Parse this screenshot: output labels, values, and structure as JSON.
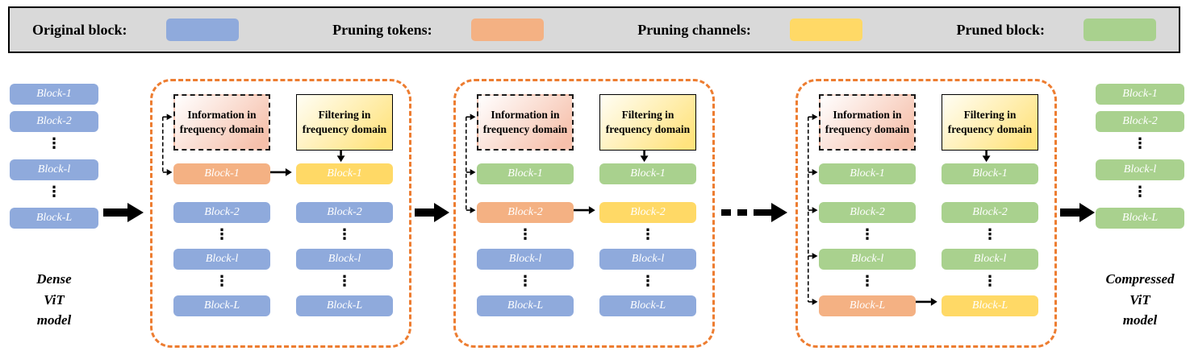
{
  "colors": {
    "original_block": "#8FAADC",
    "pruning_tokens": "#F4B183",
    "pruning_channels": "#FFD966",
    "pruned_block": "#A9D18E",
    "stage_border": "#ED7D31",
    "legend_background": "#D9D9D9"
  },
  "legend": {
    "items": [
      {
        "label": "Original block:",
        "color": "original"
      },
      {
        "label": "Pruning tokens:",
        "color": "tokens"
      },
      {
        "label": "Pruning channels:",
        "color": "channels"
      },
      {
        "label": "Pruned block:",
        "color": "pruned"
      }
    ]
  },
  "dense_model": {
    "caption_lines": [
      "Dense",
      "ViT",
      "model"
    ],
    "blocks": [
      {
        "label": "Block-1",
        "color": "original"
      },
      {
        "label": "Block-2",
        "color": "original"
      },
      {
        "label": "⋮",
        "color": "dots"
      },
      {
        "label": "Block-l",
        "color": "original"
      },
      {
        "label": "⋮",
        "color": "dots"
      },
      {
        "label": "Block-L",
        "color": "original"
      }
    ]
  },
  "stages": [
    {
      "info_box": "Information in frequency domain",
      "filter_box": "Filtering in frequency domain",
      "left": [
        {
          "label": "Block-1",
          "color": "tokens"
        },
        {
          "label": "Block-2",
          "color": "original"
        },
        {
          "label": "⋮",
          "color": "dots"
        },
        {
          "label": "Block-l",
          "color": "original"
        },
        {
          "label": "⋮",
          "color": "dots"
        },
        {
          "label": "Block-L",
          "color": "original"
        }
      ],
      "right": [
        {
          "label": "Block-1",
          "color": "channels"
        },
        {
          "label": "Block-2",
          "color": "original"
        },
        {
          "label": "⋮",
          "color": "dots"
        },
        {
          "label": "Block-l",
          "color": "original"
        },
        {
          "label": "⋮",
          "color": "dots"
        },
        {
          "label": "Block-L",
          "color": "original"
        }
      ]
    },
    {
      "info_box": "Information in frequency domain",
      "filter_box": "Filtering in frequency domain",
      "left": [
        {
          "label": "Block-1",
          "color": "pruned"
        },
        {
          "label": "Block-2",
          "color": "tokens"
        },
        {
          "label": "⋮",
          "color": "dots"
        },
        {
          "label": "Block-l",
          "color": "original"
        },
        {
          "label": "⋮",
          "color": "dots"
        },
        {
          "label": "Block-L",
          "color": "original"
        }
      ],
      "right": [
        {
          "label": "Block-1",
          "color": "pruned"
        },
        {
          "label": "Block-2",
          "color": "channels"
        },
        {
          "label": "⋮",
          "color": "dots"
        },
        {
          "label": "Block-l",
          "color": "original"
        },
        {
          "label": "⋮",
          "color": "dots"
        },
        {
          "label": "Block-L",
          "color": "original"
        }
      ]
    },
    {
      "info_box": "Information in frequency domain",
      "filter_box": "Filtering in frequency domain",
      "left": [
        {
          "label": "Block-1",
          "color": "pruned"
        },
        {
          "label": "Block-2",
          "color": "pruned"
        },
        {
          "label": "⋮",
          "color": "dots"
        },
        {
          "label": "Block-l",
          "color": "pruned"
        },
        {
          "label": "⋮",
          "color": "dots"
        },
        {
          "label": "Block-L",
          "color": "tokens"
        }
      ],
      "right": [
        {
          "label": "Block-1",
          "color": "pruned"
        },
        {
          "label": "Block-2",
          "color": "pruned"
        },
        {
          "label": "⋮",
          "color": "dots"
        },
        {
          "label": "Block-l",
          "color": "pruned"
        },
        {
          "label": "⋮",
          "color": "dots"
        },
        {
          "label": "Block-L",
          "color": "channels"
        }
      ]
    }
  ],
  "compressed_model": {
    "caption_lines": [
      "Compressed",
      "ViT",
      "model"
    ],
    "blocks": [
      {
        "label": "Block-1",
        "color": "pruned"
      },
      {
        "label": "Block-2",
        "color": "pruned"
      },
      {
        "label": "⋮",
        "color": "dots"
      },
      {
        "label": "Block-l",
        "color": "pruned"
      },
      {
        "label": "⋮",
        "color": "dots"
      },
      {
        "label": "Block-L",
        "color": "pruned"
      }
    ]
  }
}
